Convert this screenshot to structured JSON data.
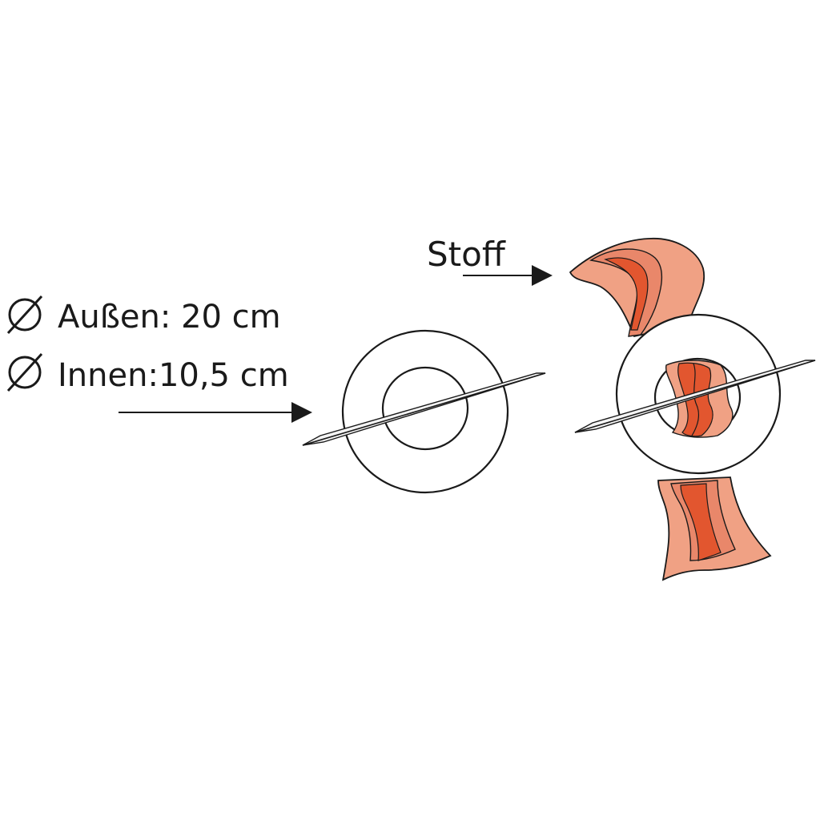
{
  "labels": {
    "outer_diameter": "Außen: 20 cm",
    "inner_diameter": "Innen:10,5 cm",
    "diameter_symbol": "Ø",
    "fabric": "Stoff"
  },
  "colors": {
    "fabric_light": "#f0a184",
    "fabric_mid": "#e9876a",
    "fabric_dark": "#e2562f",
    "outline": "#1a1a1a",
    "ring": "#ffffff"
  },
  "icons": {
    "diameter_symbol": "diameter-icon",
    "pointer_arrow": "arrow-right-icon"
  }
}
